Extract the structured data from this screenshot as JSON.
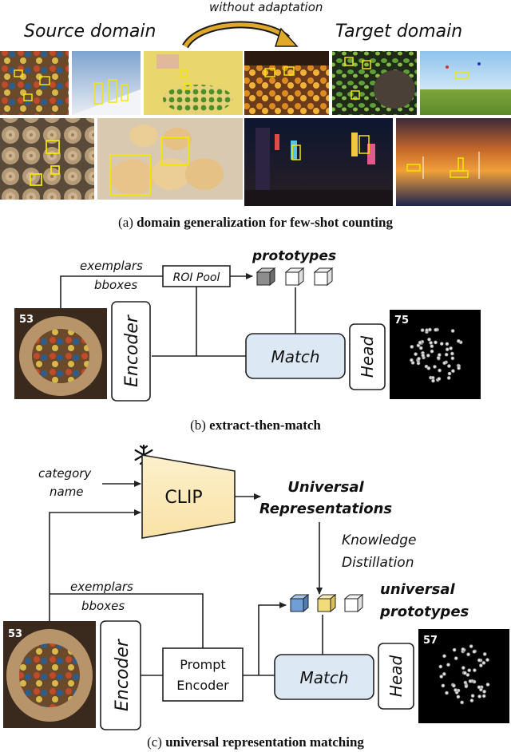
{
  "panel_a": {
    "arrow_label": "without adaptation",
    "source_label": "Source domain",
    "target_label": "Target domain",
    "caption_prefix": "(a) ",
    "caption_bold": "domain generalization for few-shot counting"
  },
  "panel_b": {
    "exemplars": "exemplars",
    "bboxes": "bboxes",
    "roi_pool": "ROI Pool",
    "prototypes": "prototypes",
    "encoder": "Encoder",
    "match": "Match",
    "head": "Head",
    "input_count": "53",
    "output_count": "75",
    "caption_prefix": "(b) ",
    "caption_bold": "extract-then-match"
  },
  "panel_c": {
    "category": "category",
    "name": "name",
    "clip": "CLIP",
    "universal": "Universal",
    "representations": "Representations",
    "knowledge": "Knowledge",
    "distillation": "Distillation",
    "exemplars": "exemplars",
    "bboxes": "bboxes",
    "universal_lower": "universal",
    "prototypes": "prototypes",
    "encoder": "Encoder",
    "prompt": "Prompt",
    "prompt_encoder": "Encoder",
    "match": "Match",
    "head": "Head",
    "input_count": "53",
    "output_count": "57",
    "caption_prefix": "(c) ",
    "caption_bold": "universal representation matching"
  },
  "colors": {
    "match_fill": "#dde8f5",
    "clip_fill": "#fbe9bf",
    "highlight_box": "#f2e600",
    "cube_gray": "#9a9a9a",
    "cube_blue": "#6f9fd6",
    "cube_yellow": "#f1dc7a"
  },
  "icons": [
    "snowflake-icon",
    "cube-icon"
  ]
}
